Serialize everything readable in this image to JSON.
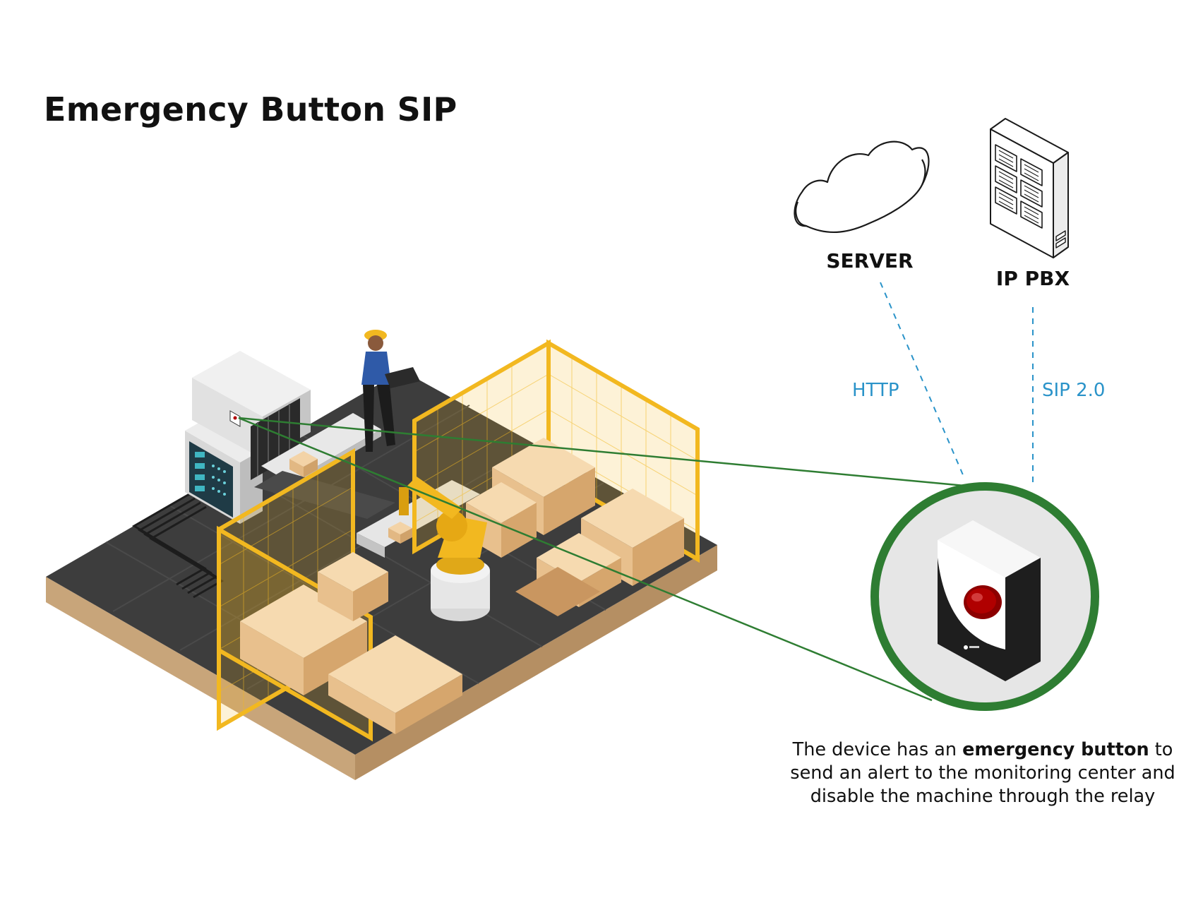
{
  "title": "Emergency Button SIP",
  "nodes": {
    "server": {
      "label": "SERVER",
      "icon": "cloud-icon"
    },
    "ip_pbx": {
      "label": "IP PBX",
      "icon": "server-rack-icon"
    }
  },
  "links": {
    "http": {
      "label": "HTTP",
      "color": "#2a93c9"
    },
    "sip": {
      "label": "SIP 2.0",
      "color": "#2a93c9"
    }
  },
  "device": {
    "icon": "emergency-button-device-icon",
    "ring_color": "#2e7d32",
    "button_color": "#b00000"
  },
  "caption": {
    "part1": "The device has an ",
    "bold": "emergency button",
    "part2": " to send an alert to the monitoring center and disable the machine through the relay"
  },
  "scene": {
    "icon": "isometric-factory-icon",
    "accent": "#f2b820"
  }
}
